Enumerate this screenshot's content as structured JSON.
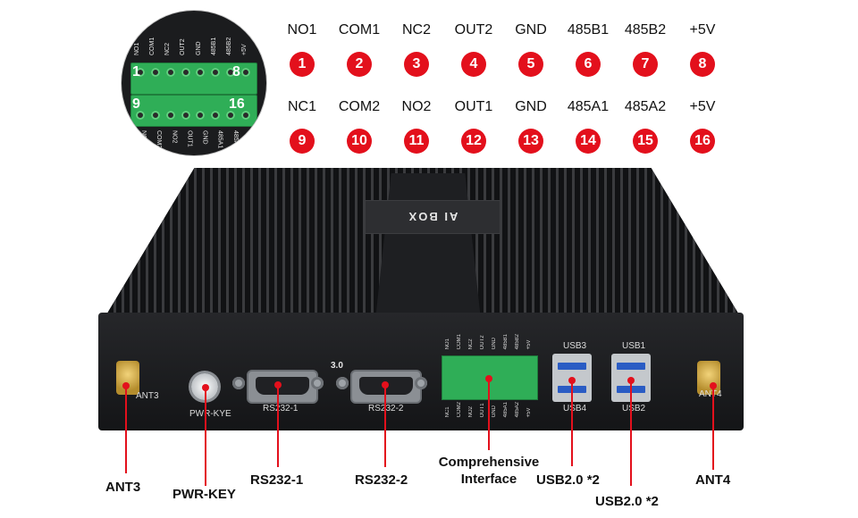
{
  "inset": {
    "top_labels": [
      "NO1",
      "COM1",
      "NC2",
      "OUT2",
      "GND",
      "485B1",
      "485B2",
      "+5V"
    ],
    "bottom_labels": [
      "NC1",
      "COM2",
      "NO2",
      "OUT1",
      "GND",
      "485A1",
      "485A2",
      "+5V"
    ],
    "corner_numbers": [
      "1",
      "8",
      "9",
      "16"
    ]
  },
  "pins_row1": [
    {
      "name": "NO1",
      "num": "1"
    },
    {
      "name": "COM1",
      "num": "2"
    },
    {
      "name": "NC2",
      "num": "3"
    },
    {
      "name": "OUT2",
      "num": "4"
    },
    {
      "name": "GND",
      "num": "5"
    },
    {
      "name": "485B1",
      "num": "6"
    },
    {
      "name": "485B2",
      "num": "7"
    },
    {
      "name": "+5V",
      "num": "8"
    }
  ],
  "pins_row2": [
    {
      "name": "NC1",
      "num": "9"
    },
    {
      "name": "COM2",
      "num": "10"
    },
    {
      "name": "NO2",
      "num": "11"
    },
    {
      "name": "OUT1",
      "num": "12"
    },
    {
      "name": "GND",
      "num": "13"
    },
    {
      "name": "485A1",
      "num": "14"
    },
    {
      "name": "485A2",
      "num": "15"
    },
    {
      "name": "+5V",
      "num": "16"
    }
  ],
  "device": {
    "brand": "AI BOX",
    "panel": {
      "ant3": "ANT3",
      "pwr": "PWR-KYE",
      "rs232_1": "RS232-1",
      "rs232_2": "RS232-2",
      "usb_version": "3.0",
      "usb3": "USB3",
      "usb4": "USB4",
      "usb1": "USB1",
      "usb2": "USB2",
      "ant4": "ANT4",
      "terminal_top": [
        "NO1",
        "COM1",
        "NC2",
        "OUT2",
        "GND",
        "485B1",
        "485B2",
        "+5V"
      ],
      "terminal_bottom": [
        "NC1",
        "COM2",
        "NO2",
        "OUT1",
        "GND",
        "485A1",
        "485A2",
        "+5V"
      ]
    }
  },
  "callouts": {
    "ant3": "ANT3",
    "pwr_key": "PWR-KEY",
    "rs232_1": "RS232-1",
    "rs232_2": "RS232-2",
    "interface_line1": "Comprehensive",
    "interface_line2": "Interface",
    "usb_a": "USB2.0 *2",
    "usb_b": "USB2.0 *2",
    "ant4": "ANT4"
  },
  "colors": {
    "accent_red": "#e3101c",
    "terminal_green": "#2fae57",
    "device_black": "#1b1c1e"
  }
}
